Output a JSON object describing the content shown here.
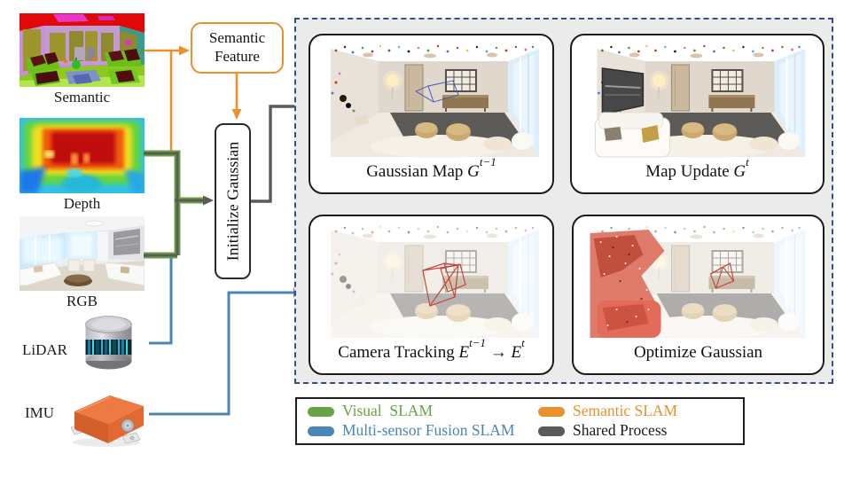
{
  "sources": [
    {
      "label": "Semantic"
    },
    {
      "label": "Depth"
    },
    {
      "label": "RGB"
    },
    {
      "label": "LiDAR"
    },
    {
      "label": "IMU"
    }
  ],
  "boxes": {
    "semantic_feature": {
      "line1": "Semantic",
      "line2": "Feature"
    },
    "initialize_gaussian": {
      "label": "Initialize Gaussian"
    }
  },
  "panels": {
    "gaussian_map": {
      "prefix": "Gaussian Map ",
      "var1": "G",
      "sub1": "t−1"
    },
    "map_update": {
      "prefix": "Map Update ",
      "var1": "G",
      "sub1": "t"
    },
    "camera_tracking": {
      "prefix": "Camera Tracking ",
      "var1": "E",
      "sub1": "t−1",
      "mid": " → ",
      "var2": "E",
      "sub2": "t"
    },
    "optimize_gaussian": {
      "prefix": "Optimize Gaussian"
    }
  },
  "legend": {
    "items": [
      {
        "label": "Visual  SLAM",
        "color": "#69A244",
        "text_color": "#69A244"
      },
      {
        "label": "Semantic SLAM",
        "color": "#E8912D",
        "text_color": "#E8912D"
      },
      {
        "label": "Multi-sensor Fusion SLAM",
        "color": "#4A85B5",
        "text_color": "#4A85B5"
      },
      {
        "label": "Shared Process",
        "color": "#5A5A5A",
        "text_color": "#1a1a1a"
      }
    ]
  },
  "colors": {
    "visual_slam": "#69A244",
    "semantic_slam": "#E8912D",
    "multi_sensor_slam": "#4A85B5",
    "shared_process": "#5A5A5A",
    "dashed_border": "#35507e",
    "region_background": "#ebebeb"
  }
}
